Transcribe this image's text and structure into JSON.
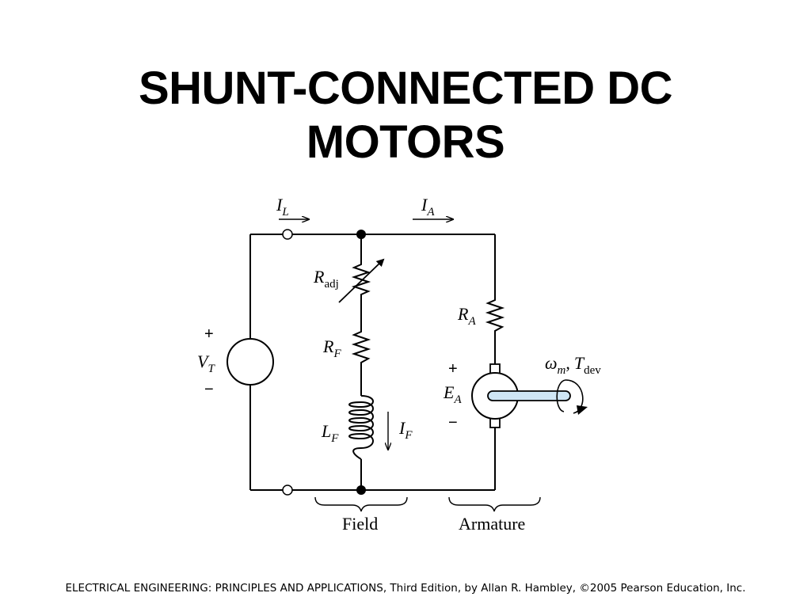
{
  "slide": {
    "title_line1": "SHUNT-CONNECTED DC",
    "title_line2": "MOTORS",
    "footer": "ELECTRICAL ENGINEERING: PRINCIPLES AND APPLICATIONS, Third Edition, by Allan R. Hambley, ©2005 Pearson Education, Inc."
  },
  "diagram": {
    "labels": {
      "IL_main": "I",
      "IL_sub": "L",
      "IA_main": "I",
      "IA_sub": "A",
      "Radj_main": "R",
      "Radj_sub": "adj",
      "RF_main": "R",
      "RF_sub": "F",
      "LF_main": "L",
      "LF_sub": "F",
      "IF_main": "I",
      "IF_sub": "F",
      "RA_main": "R",
      "RA_sub": "A",
      "VT_main": "V",
      "VT_sub": "T",
      "EA_main": "E",
      "EA_sub": "A",
      "omega_main": "ω",
      "omega_sub": "m",
      "comma": ",",
      "T_main": "T",
      "T_sub": "dev",
      "plus": "+",
      "minus": "−",
      "field": "Field",
      "armature": "Armature"
    },
    "colors": {
      "wire": "#000000",
      "shaft_fill": "#cfe6f5"
    }
  }
}
